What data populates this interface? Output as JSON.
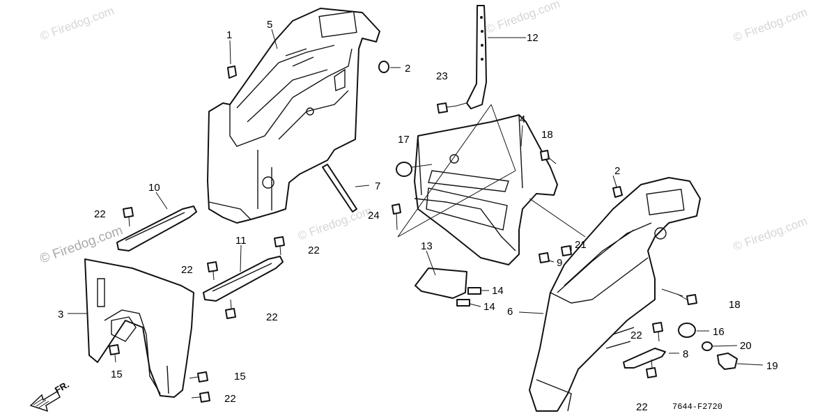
{
  "watermark": "© Firedog.com",
  "diagram_code": "7644-F2720",
  "front_arrow_label": "FR.",
  "callouts": [
    "1",
    "2",
    "2",
    "3",
    "4",
    "5",
    "6",
    "7",
    "8",
    "9",
    "10",
    "11",
    "12",
    "13",
    "14",
    "14",
    "15",
    "15",
    "16",
    "17",
    "18",
    "18",
    "19",
    "20",
    "21",
    "22",
    "22",
    "22",
    "22",
    "22",
    "22",
    "22",
    "23",
    "24"
  ]
}
